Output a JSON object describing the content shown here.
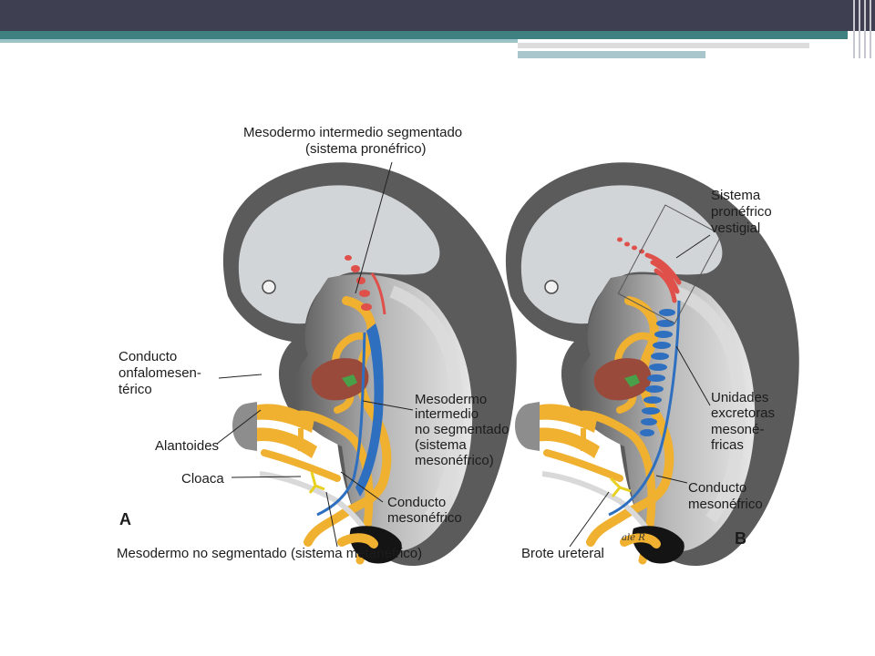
{
  "slide": {
    "accent_dark": "#3f3f52",
    "accent_teal": "#3f8080"
  },
  "figure": {
    "panel_a_letter": "A",
    "panel_b_letter": "B",
    "signature": "ale R",
    "a_top_1": "Mesodermo intermedio segmentado",
    "a_top_2": "(sistema pronéfrico)",
    "a_cond_1": "Conducto",
    "a_cond_2": "onfalomesen-",
    "a_cond_3": "térico",
    "a_alantoides": "Alantoides",
    "a_cloaca": "Cloaca",
    "a_mi_1": "Mesodermo",
    "a_mi_2": "intermedio",
    "a_mi_3": "no segmentado",
    "a_mi_4": "(sistema",
    "a_mi_5": "mesonéfrico)",
    "a_cm_1": "Conducto",
    "a_cm_2": "mesonéfrico",
    "a_bottom": "Mesodermo no segmentado (sistema metanéfrico)",
    "b_spv_1": "Sistema",
    "b_spv_2": "pronéfrico",
    "b_spv_3": "vestigial",
    "b_ue_1": "Unidades",
    "b_ue_2": "excretoras",
    "b_ue_3": "mesoné-",
    "b_ue_4": "fricas",
    "b_cm_1": "Conducto",
    "b_cm_2": "mesonéfrico",
    "b_brote": "Brote ureteral",
    "colors": {
      "body_grey": "#c7c9cb",
      "outer_dark": "#585858",
      "yellow": "#f0b030",
      "blue": "#2e6fc0",
      "red": "#e0504a",
      "brown": "#9a4a3a",
      "green": "#4aa048"
    }
  }
}
